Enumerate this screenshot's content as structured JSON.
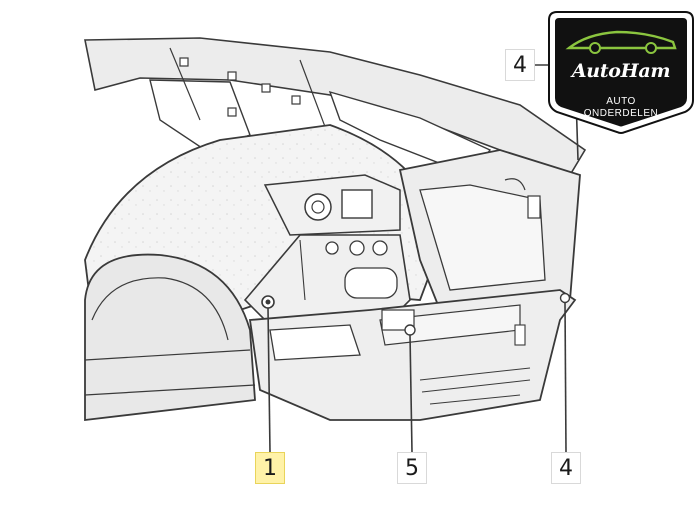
{
  "callouts": [
    {
      "id": "1",
      "label": "1",
      "highlighted": true
    },
    {
      "id": "4a",
      "label": "4",
      "highlighted": false
    },
    {
      "id": "4b",
      "label": "4",
      "highlighted": false
    },
    {
      "id": "5",
      "label": "5",
      "highlighted": false
    }
  ],
  "logo": {
    "brand": "AutoHam",
    "tagline_line1": "AUTO",
    "tagline_line2": "ONDERDELEN",
    "colors": {
      "badge": "#111111",
      "accent": "#8bc53f"
    }
  },
  "colors": {
    "line": "#3a3a3a",
    "panel_fill": "#efefef",
    "highlight": "#fff2a8"
  }
}
